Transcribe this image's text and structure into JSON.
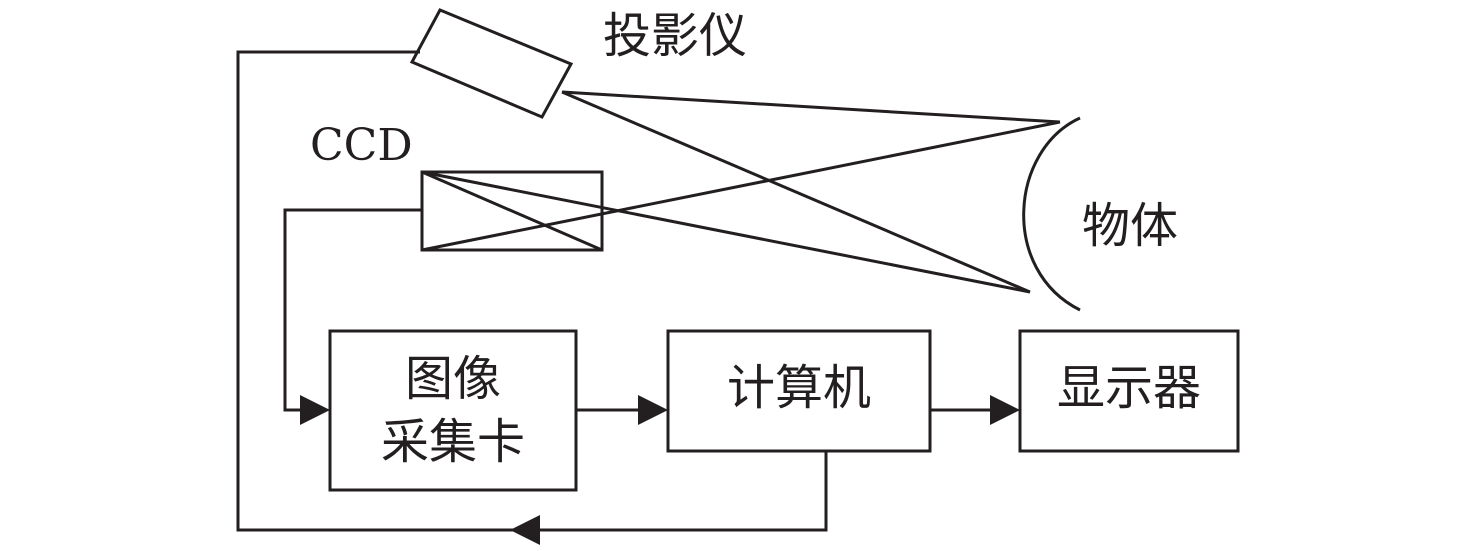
{
  "labels": {
    "projector": "投影仪",
    "ccd": "CCD",
    "object": "物体",
    "capture_line1": "图像",
    "capture_line2": "采集卡",
    "computer": "计算机",
    "display": "显示器"
  },
  "colors": {
    "stroke": "#231f20",
    "background": "#ffffff"
  }
}
